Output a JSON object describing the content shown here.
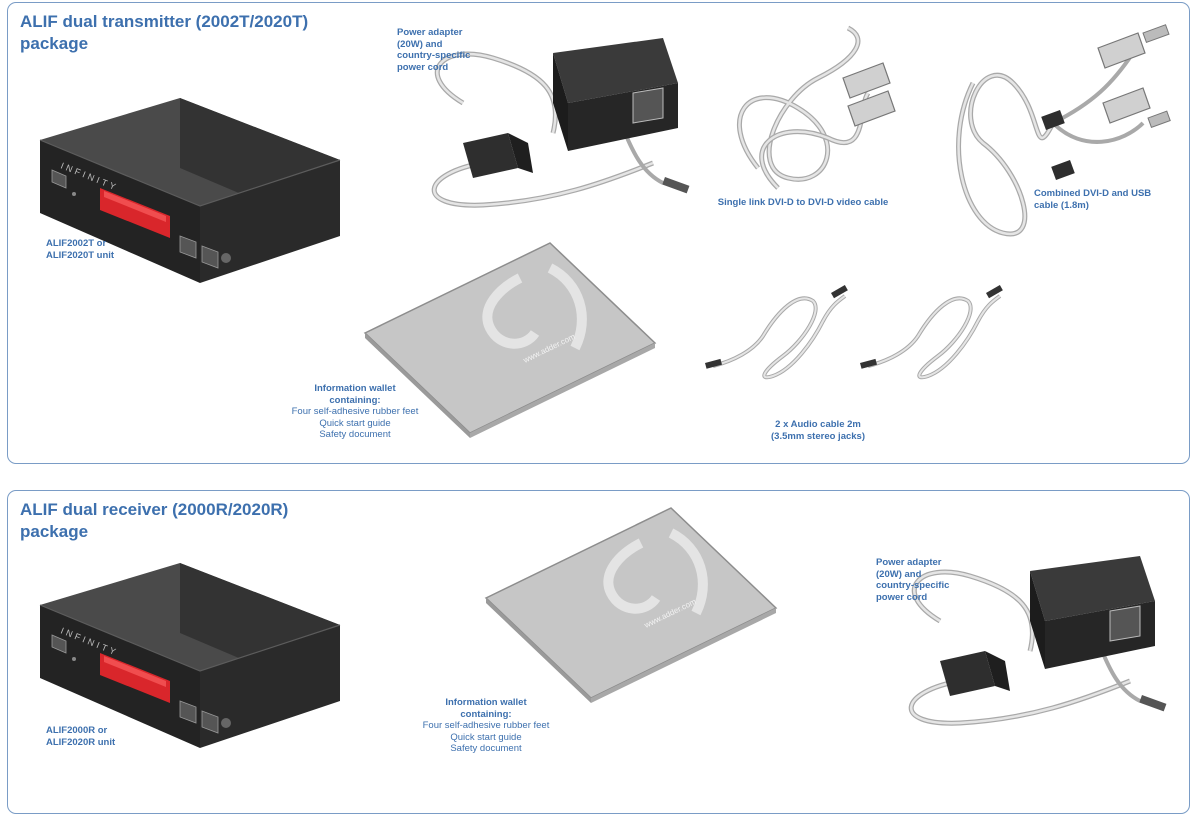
{
  "transmitter": {
    "title": "ALIF dual transmitter (2002T/2020T)\npackage",
    "unit_label": "ALIF2002T or\nALIF2020T unit",
    "power_label": "Power adapter\n(20W) and\ncountry-specific\npower cord",
    "dvi_label": "Single link DVI-D to DVI-D video cable",
    "combined_label": "Combined DVI-D and USB\ncable (1.8m)",
    "audio_label": "2 x Audio cable 2m\n(3.5mm stereo jacks)",
    "wallet": {
      "heading": "Information wallet\ncontaining:",
      "items": [
        "Four self-adhesive rubber feet",
        "Quick start guide",
        "Safety document"
      ]
    }
  },
  "receiver": {
    "title": "ALIF dual receiver (2000R/2020R)\npackage",
    "unit_label": "ALIF2000R or\nALIF2020R unit",
    "power_label": "Power adapter\n(20W) and\ncountry-specific\npower cord",
    "wallet": {
      "heading": "Information wallet\ncontaining:",
      "items": [
        "Four self-adhesive rubber feet",
        "Quick start guide",
        "Safety document"
      ]
    }
  },
  "device_text": {
    "brand": "INFINITY",
    "wallet_url": "www.adder.com"
  },
  "colors": {
    "accent": "#3d70ae",
    "border": "#7a9cc6",
    "device_body": "#2b2b2b",
    "display_red": "#d9262b",
    "cable_gray": "#b9b9b9",
    "wallet_gray": "#c6c6c6"
  }
}
